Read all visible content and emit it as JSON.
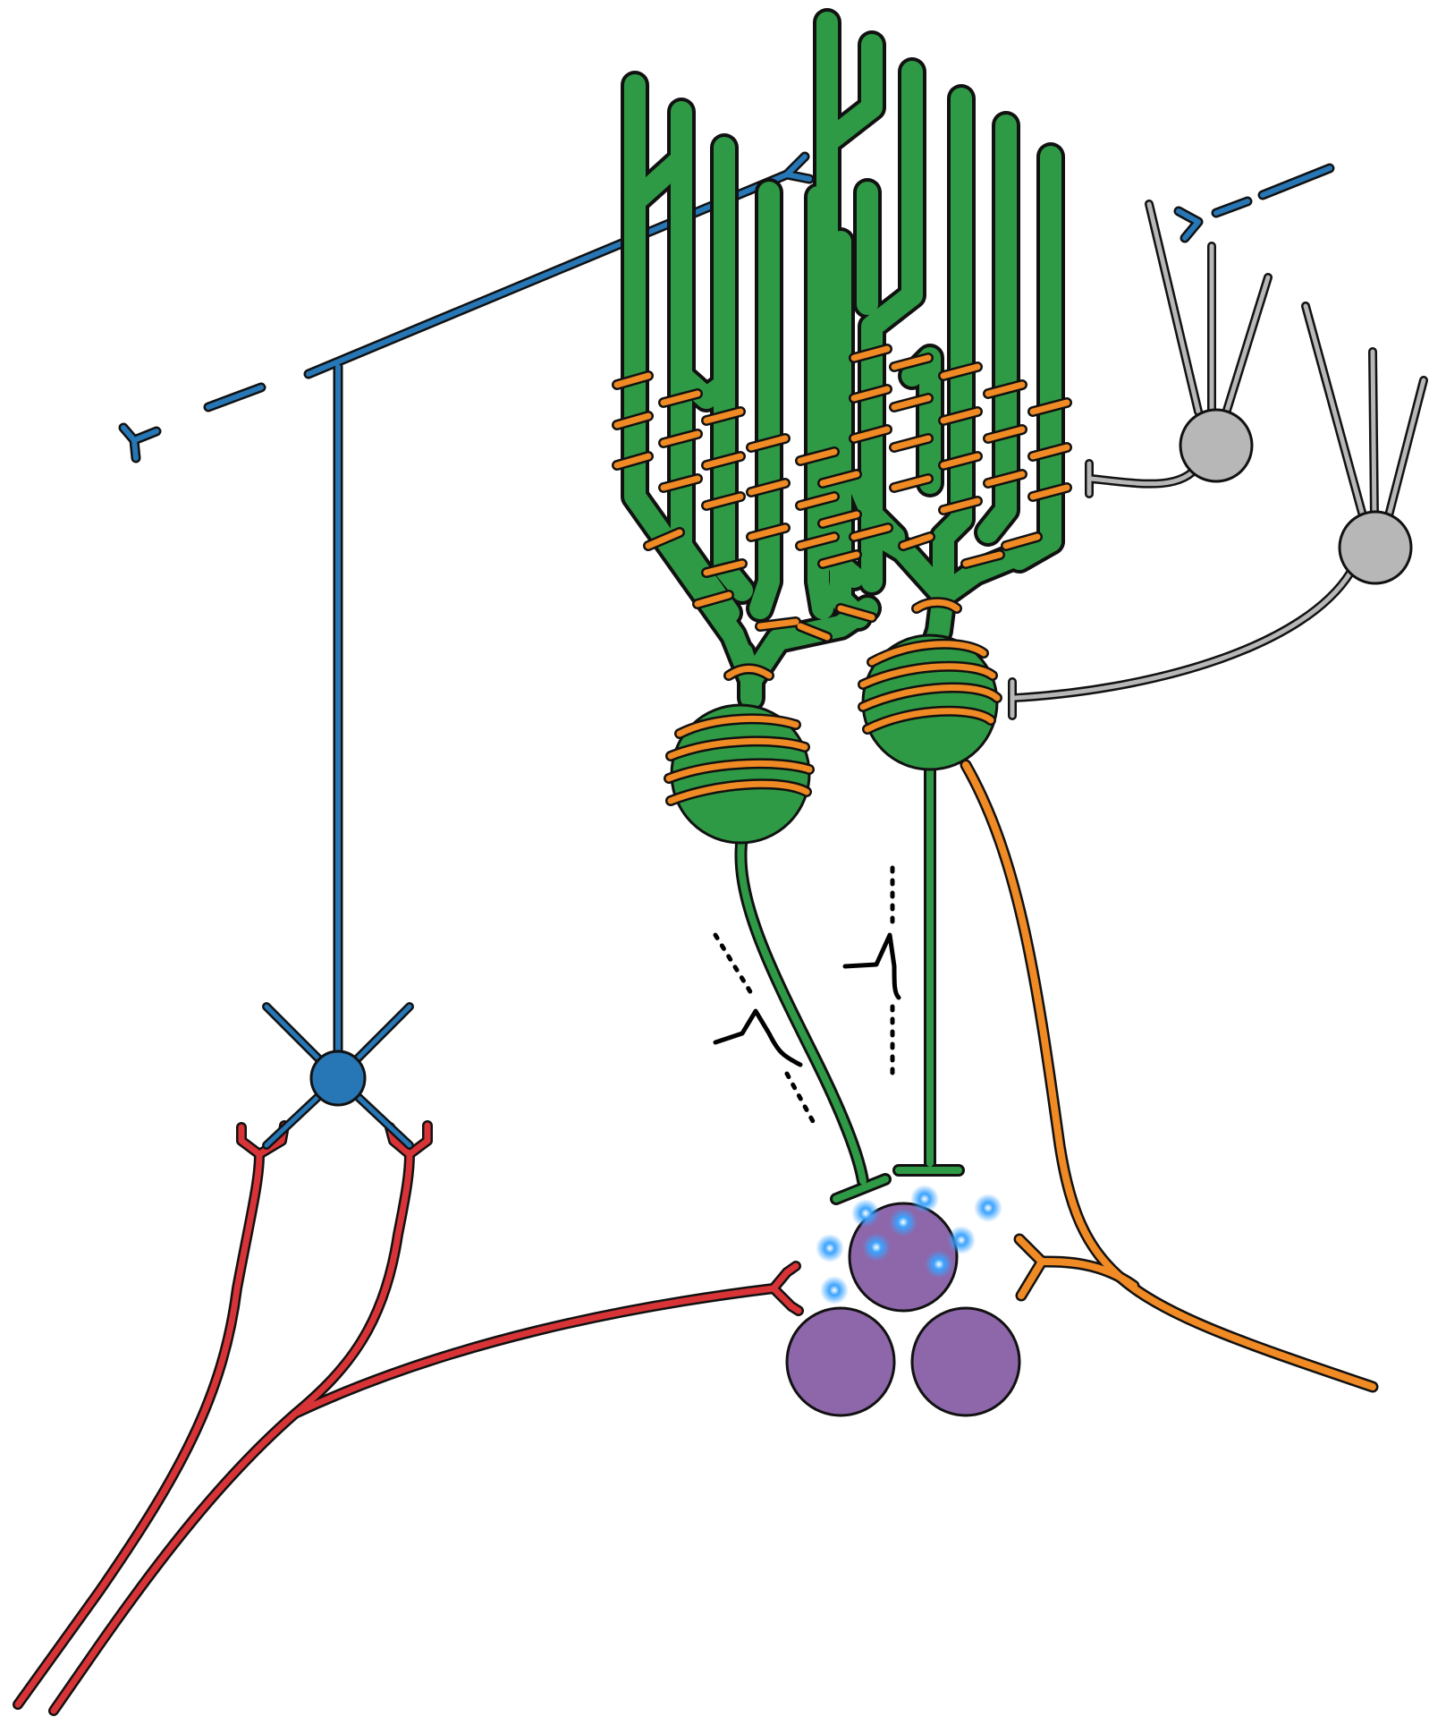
{
  "diagram": {
    "labels": [],
    "colors": {
      "purkinje": "#2f9a45",
      "basket_wrap": "#f08a24",
      "parallel_fiber": "#2777b6",
      "climbing_fiber": "#d83437",
      "interneuron": "#b7b7b7",
      "target_nuclei": "#8e66aa",
      "vesicle": "#3aa3ff",
      "outline": "#111111",
      "spike_trace": "#000000"
    },
    "components": [
      {
        "id": "purkinje-cell-left",
        "icon": "neuron-soma"
      },
      {
        "id": "purkinje-cell-right",
        "icon": "neuron-soma"
      },
      {
        "id": "granule-cell",
        "icon": "neuron-soma"
      },
      {
        "id": "parallel-fiber",
        "icon": "axon"
      },
      {
        "id": "climbing-fiber",
        "icon": "axon"
      },
      {
        "id": "interneuron-upper",
        "icon": "neuron-soma"
      },
      {
        "id": "interneuron-lower",
        "icon": "neuron-soma"
      },
      {
        "id": "deep-nuclear-neurons",
        "icon": "neuron-soma"
      },
      {
        "id": "neurotransmitter-vesicles",
        "icon": "vesicle"
      },
      {
        "id": "action-potential-traces",
        "icon": "spike-trace"
      }
    ]
  }
}
